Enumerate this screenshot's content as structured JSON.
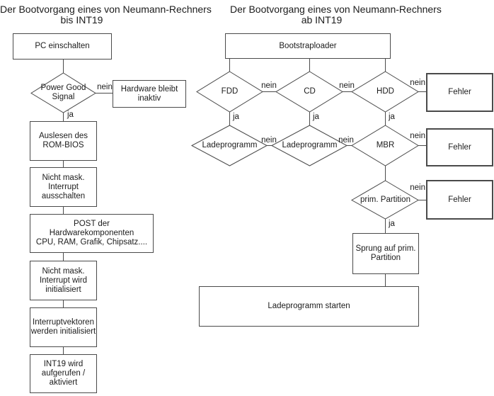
{
  "labels": {
    "ja": "ja",
    "nein": "nein"
  },
  "colors": {
    "line": "#4a4a4a",
    "text": "#1c1c1c",
    "background": "#ffffff"
  },
  "left": {
    "title_line1": "Der Bootvorgang eines von Neumann-Rechners",
    "title_line2": "bis INT19",
    "start": "PC einschalten",
    "decision_power_good": "Power Good\nSignal",
    "hardware_inactive": "Hardware bleibt\ninaktiv",
    "steps": [
      "Auslesen des\nROM-BIOS",
      "Nicht mask.\nInterrupt\nausschalten",
      "POST der Hardwarekomponenten\nCPU, RAM, Grafik, Chipsatz....",
      "Nicht mask.\nInterrupt wird\ninitialisiert",
      "Interruptvektoren\nwerden initialisiert",
      "INT19 wird\naufgerufen /\naktiviert"
    ]
  },
  "right": {
    "title_line1": "Der Bootvorgang eines von Neumann-Rechners",
    "title_line2": "ab INT19",
    "start": "Bootstraploader",
    "devices": [
      "FDD",
      "CD",
      "HDD"
    ],
    "loaders": [
      "Ladeprogramm",
      "Ladeprogramm",
      "MBR"
    ],
    "partition": "prim. Partition",
    "error": "Fehler",
    "jump": "Sprung auf prim.\nPartition",
    "final": "Ladeprogramm starten"
  }
}
